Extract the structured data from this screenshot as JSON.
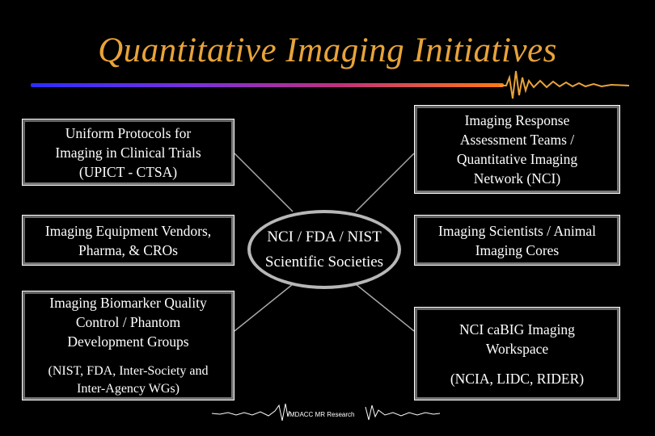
{
  "title": "Quantitative Imaging Initiatives",
  "center": {
    "line1": "NCI / FDA / NIST",
    "line2": "Scientific Societies"
  },
  "boxes": {
    "upict": "Uniform Protocols for\nImaging in Clinical Trials\n(UPICT - CTSA)",
    "vendors": "Imaging Equipment Vendors,\nPharma, & CROs",
    "biomarker": "Imaging Biomarker Quality\nControl / Phantom\nDevelopment Groups",
    "biomarker_sub": "(NIST, FDA, Inter-Society and\nInter-Agency WGs)",
    "response": "Imaging Response\nAssessment Teams /\nQuantitative Imaging\nNetwork (NCI)",
    "scientists": "Imaging Scientists / Animal\nImaging Cores",
    "cabig": "NCI caBIG Imaging\nWorkspace",
    "cabig_sub": "(NCIA, LIDC, RIDER)"
  },
  "footer": "MDACC MR Research",
  "colors": {
    "title": "#E8A33A",
    "background": "#000000",
    "connector": "#a8a8a8"
  }
}
